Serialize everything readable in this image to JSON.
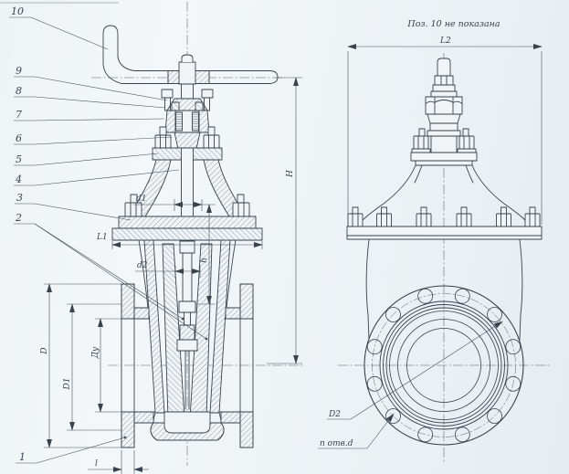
{
  "title": "Gate valve assembly drawing (two views)",
  "note": "Поз. 10 не показана",
  "colors": {
    "paper": "#f0f4f6",
    "ink": "#39434e",
    "centerline": "#55616c"
  },
  "callouts": {
    "p1": "1",
    "p2": "2",
    "p3": "3",
    "p4": "4",
    "p5": "5",
    "p6": "6",
    "p7": "7",
    "p8": "8",
    "p9": "9",
    "p10": "10"
  },
  "dims": {
    "L1": "L1",
    "L2": "L2",
    "H": "H",
    "h": "h",
    "d1": "d1",
    "d2": "d2",
    "D": "D",
    "D1": "D1",
    "Dy": "Ду",
    "D2": "D2",
    "l": "l",
    "n_holes": "n отв.d"
  }
}
